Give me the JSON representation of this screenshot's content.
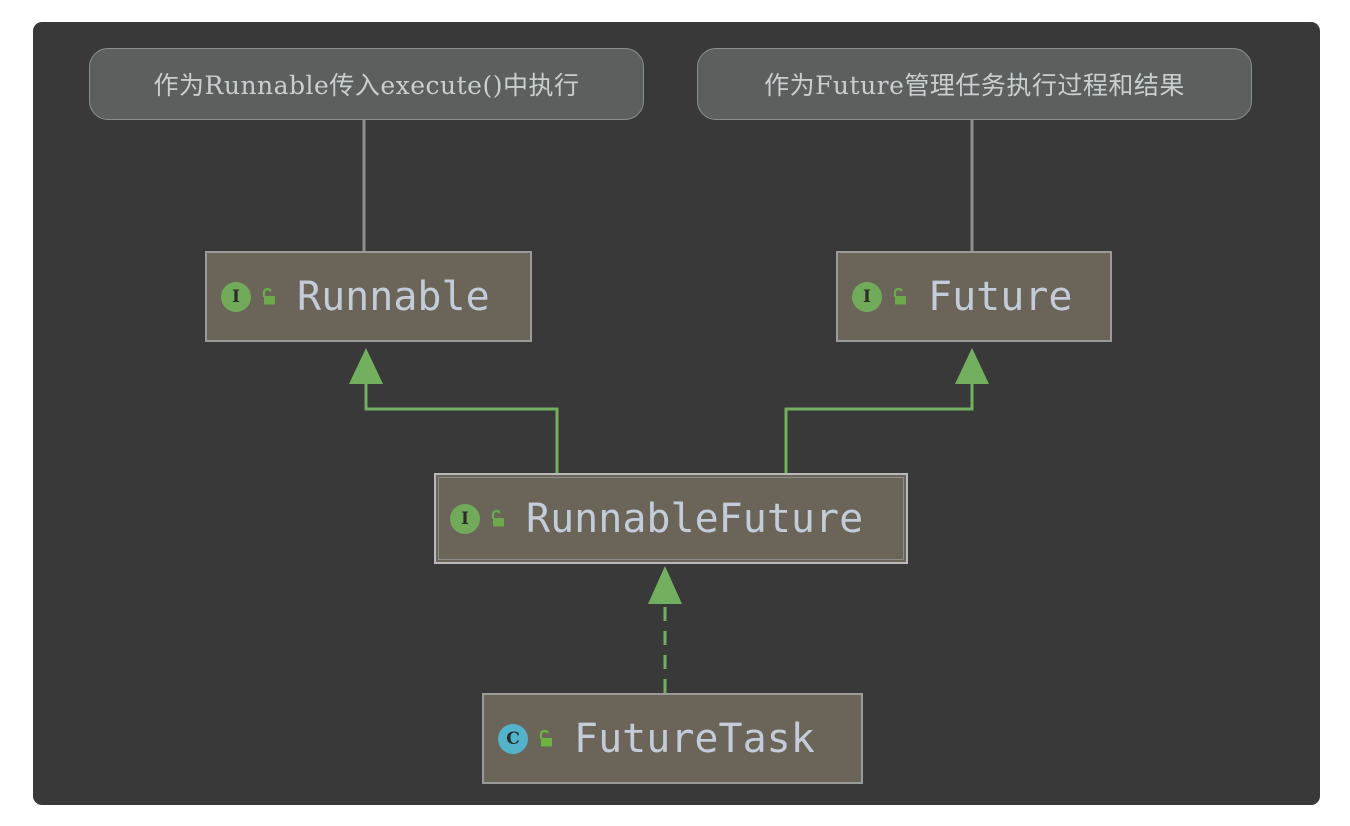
{
  "canvas": {
    "background_color": "#393939",
    "page_background_color": "#ffffff"
  },
  "colors": {
    "node_fill": "#6b6459",
    "node_border": "#9a9a9a",
    "node_text": "#c3ccd8",
    "note_fill": "#5b605f",
    "note_border": "#8b908f",
    "note_text": "#c9cfcf",
    "interface_badge": "#71ab5a",
    "class_badge": "#53b3cb",
    "lock_green": "#6aaa4b",
    "edge_green": "#72b060",
    "note_connector_grey": "#8e8e8e"
  },
  "notes": [
    {
      "id": "note-runnable",
      "text": "作为Runnable传入execute()中执行",
      "target": "Runnable"
    },
    {
      "id": "note-future",
      "text": "作为Future管理任务执行过程和结果",
      "target": "Future"
    }
  ],
  "nodes": [
    {
      "id": "node-runnable",
      "label": "Runnable",
      "stereotype": "interface",
      "badge_letter": "I",
      "badge_color": "#71ab5a",
      "visibility_icon": "unlocked-padlock-icon",
      "selected": false
    },
    {
      "id": "node-future",
      "label": "Future",
      "stereotype": "interface",
      "badge_letter": "I",
      "badge_color": "#71ab5a",
      "visibility_icon": "unlocked-padlock-icon",
      "selected": false
    },
    {
      "id": "node-runnablefuture",
      "label": "RunnableFuture",
      "stereotype": "interface",
      "badge_letter": "I",
      "badge_color": "#71ab5a",
      "visibility_icon": "unlocked-padlock-icon",
      "selected": true
    },
    {
      "id": "node-futuretask",
      "label": "FutureTask",
      "stereotype": "class",
      "badge_letter": "C",
      "badge_color": "#53b3cb",
      "visibility_icon": "unlocked-padlock-icon",
      "selected": false
    }
  ],
  "edges": [
    {
      "id": "edge-runnablefuture-to-runnable",
      "from": "RunnableFuture",
      "to": "Runnable",
      "style": "solid",
      "arrowhead": "solid-triangle",
      "relation": "generalization",
      "color": "#72b060"
    },
    {
      "id": "edge-runnablefuture-to-future",
      "from": "RunnableFuture",
      "to": "Future",
      "style": "solid",
      "arrowhead": "solid-triangle",
      "relation": "generalization",
      "color": "#72b060"
    },
    {
      "id": "edge-futuretask-to-runnablefuture",
      "from": "FutureTask",
      "to": "RunnableFuture",
      "style": "dashed",
      "arrowhead": "solid-triangle",
      "relation": "realization",
      "color": "#72b060"
    },
    {
      "id": "edge-note-runnable",
      "from": "note-runnable",
      "to": "Runnable",
      "style": "solid",
      "arrowhead": "none",
      "relation": "note-anchor",
      "color": "#8e8e8e"
    },
    {
      "id": "edge-note-future",
      "from": "note-future",
      "to": "Future",
      "style": "solid",
      "arrowhead": "none",
      "relation": "note-anchor",
      "color": "#8e8e8e"
    }
  ]
}
